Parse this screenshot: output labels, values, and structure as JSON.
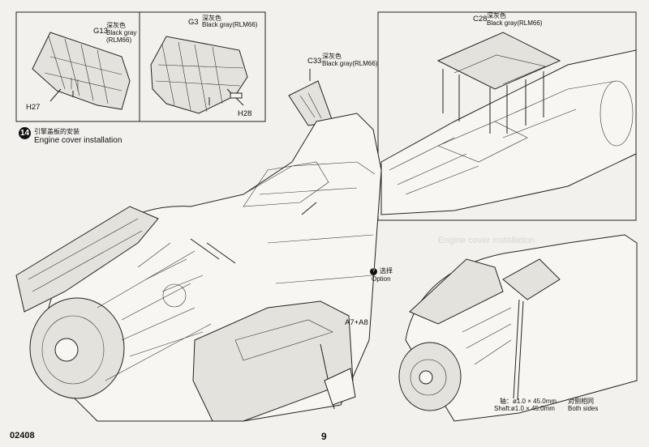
{
  "colors": {
    "paper": "#f2f1ee",
    "ink": "#222222"
  },
  "callouts": {
    "g13": {
      "part": "G13",
      "cn": "深灰色",
      "color": "Black gray",
      "rlm": "(RLM66)"
    },
    "g3": {
      "part": "G3",
      "cn": "深灰色",
      "color": "Black gray(RLM66)"
    },
    "c33": {
      "part": "C33",
      "cn": "深灰色",
      "color": "Black gray(RLM66)"
    },
    "c28": {
      "part": "C28",
      "cn": "深灰色",
      "color": "Black gray(RLM66)"
    },
    "h27": "H27",
    "h28": "H28",
    "a7a8": "A7+A8"
  },
  "step": {
    "number": "14",
    "cn": "引擎盖板的安装",
    "title": "Engine cover installation"
  },
  "option": {
    "icon": "option-icon",
    "cn": "选择",
    "label": "Option"
  },
  "shaft": {
    "cn": "轴：ø1.0 × 45.0mm",
    "label": "Shaft:ø1.0 × 45.0mm"
  },
  "sides": {
    "cn": "对侧相同",
    "label": "Both sides"
  },
  "footer": {
    "code": "02408",
    "page": "9"
  }
}
